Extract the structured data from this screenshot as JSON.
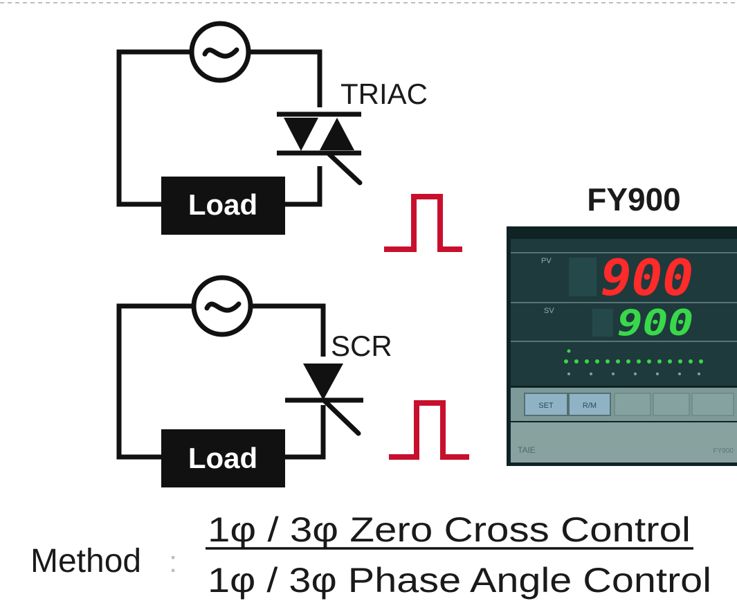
{
  "circuits": [
    {
      "source_icon": "ac-source-icon",
      "device": "TRIAC",
      "load": "Load"
    },
    {
      "source_icon": "ac-source-icon",
      "device": "SCR",
      "load": "Load"
    }
  ],
  "controller": {
    "model": "FY900",
    "pv_display": "900",
    "sv_display": "900",
    "label_pv": "PV",
    "label_sv": "SV",
    "buttons": [
      "SET",
      "R/M",
      "",
      "",
      ""
    ],
    "brand": "TAIE",
    "model_tag": "FY900",
    "colors": {
      "pv": "#ff2a2a",
      "sv": "#39d84a",
      "panel": "#1f3a3c",
      "bezel": "#0f2224"
    }
  },
  "pulse_color": "#c8102e",
  "method": {
    "label": "Method",
    "separator": ":",
    "options": [
      "1φ / 3φ Zero Cross Control",
      "1φ / 3φ Phase Angle Control"
    ]
  }
}
